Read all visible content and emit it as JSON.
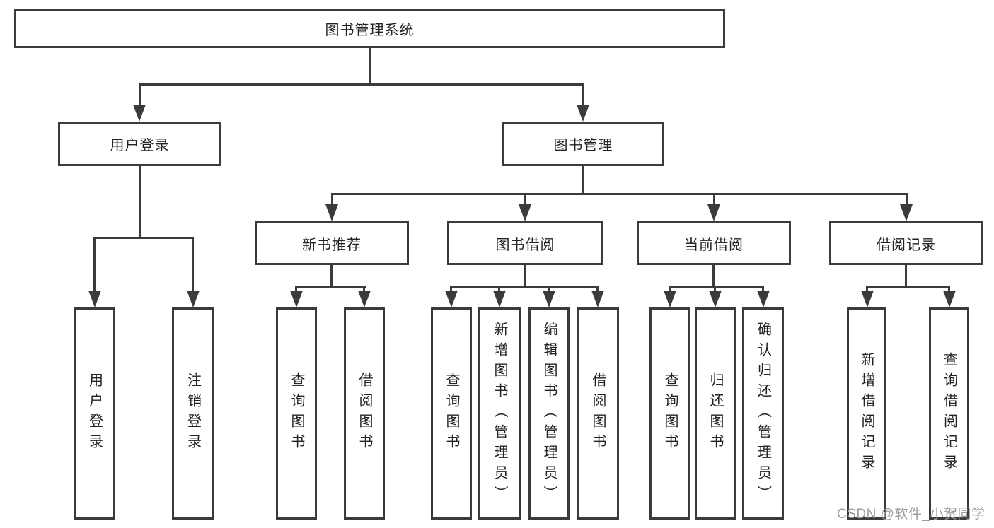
{
  "diagram": {
    "root": "图书管理系统",
    "level2": [
      "用户登录",
      "图书管理"
    ],
    "level3": [
      "新书推荐",
      "图书借阅",
      "当前借阅",
      "借阅记录"
    ],
    "user_login_children": [
      "用户登录",
      "注销登录"
    ],
    "new_book_children": [
      "查询图书",
      "借阅图书"
    ],
    "book_borrow_children": [
      "查询图书",
      "新增图书（管理员）",
      "编辑图书（管理员）",
      "借阅图书"
    ],
    "current_borrow_children": [
      "查询图书",
      "归还图书",
      "确认归还（管理员）"
    ],
    "record_children": [
      "新增借阅记录",
      "查询借阅记录"
    ]
  },
  "watermark": "CSDN @软件_小贺同学",
  "colors": {
    "line": "#3b3b3b",
    "text": "#232323",
    "watermark": "#9b9b9b",
    "background": "#ffffff"
  }
}
